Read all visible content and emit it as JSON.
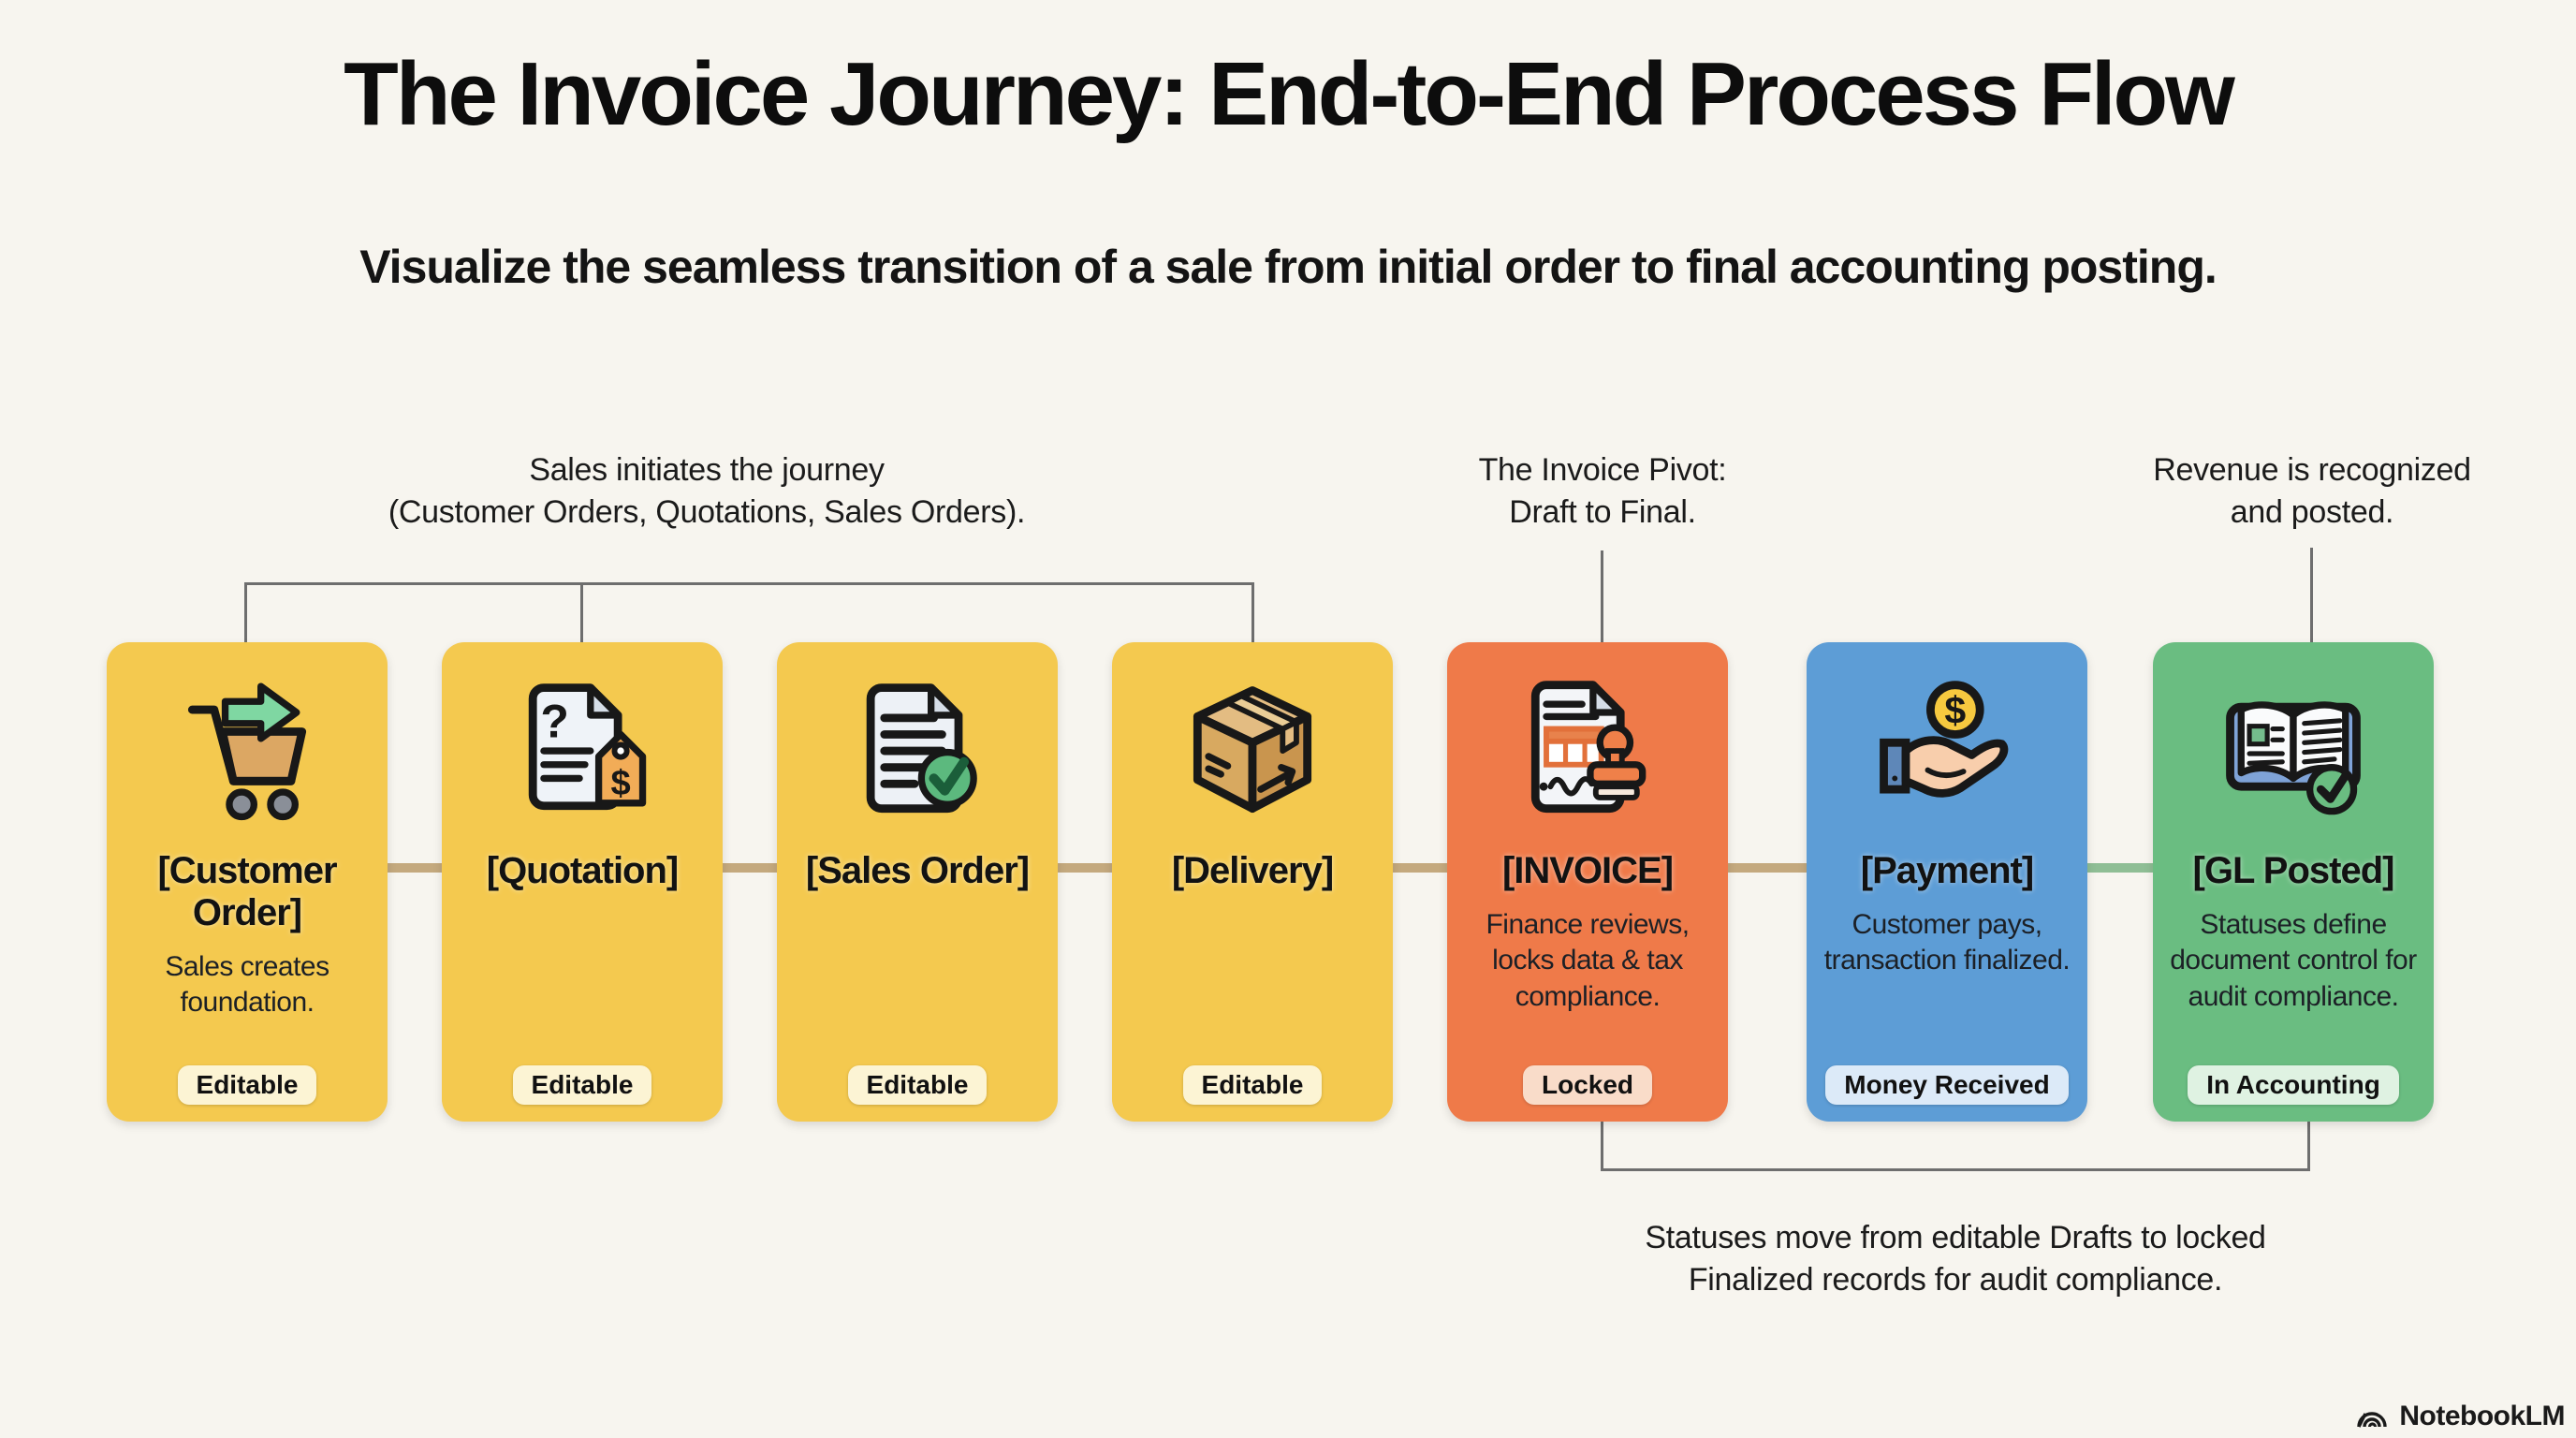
{
  "header": {
    "title": "The Invoice Journey: End-to-End Process Flow",
    "subtitle": "Visualize the seamless transition of a sale from initial order to final accounting posting."
  },
  "annotations": {
    "sales_initiation": {
      "line1": "Sales initiates the journey",
      "line2": "(Customer Orders, Quotations, Sales Orders)."
    },
    "invoice_pivot": {
      "line1": "The Invoice Pivot:",
      "line2": "Draft to Final."
    },
    "revenue": {
      "line1": "Revenue is recognized",
      "line2": "and posted."
    },
    "statuses": {
      "line1": "Statuses move from editable Drafts to locked",
      "line2": "Finalized records for audit compliance."
    }
  },
  "cards": [
    {
      "id": "customer-order",
      "title": "[Customer Order]",
      "body": "Sales creates foundation.",
      "badge": "Editable",
      "icon": "shopping-cart-icon",
      "color": "#F4C94F",
      "badge_bg": "#FCF4D4"
    },
    {
      "id": "quotation",
      "title": "[Quotation]",
      "body": "",
      "badge": "Editable",
      "icon": "quotation-document-icon",
      "color": "#F4C94F",
      "badge_bg": "#FCF4D4"
    },
    {
      "id": "sales-order",
      "title": "[Sales Order]",
      "body": "",
      "badge": "Editable",
      "icon": "approved-document-icon",
      "color": "#F4C94F",
      "badge_bg": "#FCF4D4"
    },
    {
      "id": "delivery",
      "title": "[Delivery]",
      "body": "",
      "badge": "Editable",
      "icon": "package-box-icon",
      "color": "#F4C94F",
      "badge_bg": "#FCF4D4"
    },
    {
      "id": "invoice",
      "title": "[INVOICE]",
      "body": "Finance reviews, locks data & tax compliance.",
      "badge": "Locked",
      "icon": "invoice-stamp-icon",
      "color": "#EF7A49",
      "badge_bg": "#F9DCC9"
    },
    {
      "id": "payment",
      "title": "[Payment]",
      "body": "Customer pays, transaction finalized.",
      "badge": "Money Received",
      "icon": "hand-coin-icon",
      "color": "#5D9DD6",
      "badge_bg": "#DCEAF8"
    },
    {
      "id": "gl-posted",
      "title": "[GL Posted]",
      "body": "Statuses define document control for audit compliance.",
      "badge": "In Accounting",
      "icon": "ledger-book-icon",
      "color": "#6ABD81",
      "badge_bg": "#DFF2E2"
    }
  ],
  "footer": {
    "brand": "NotebookLM"
  },
  "colors": {
    "background": "#F7F5EF",
    "bracket_line": "#6E6E6E",
    "connector_tan": "#C4A97E",
    "connector_green": "#8FBE95",
    "title_text": "#0D0D0D"
  }
}
